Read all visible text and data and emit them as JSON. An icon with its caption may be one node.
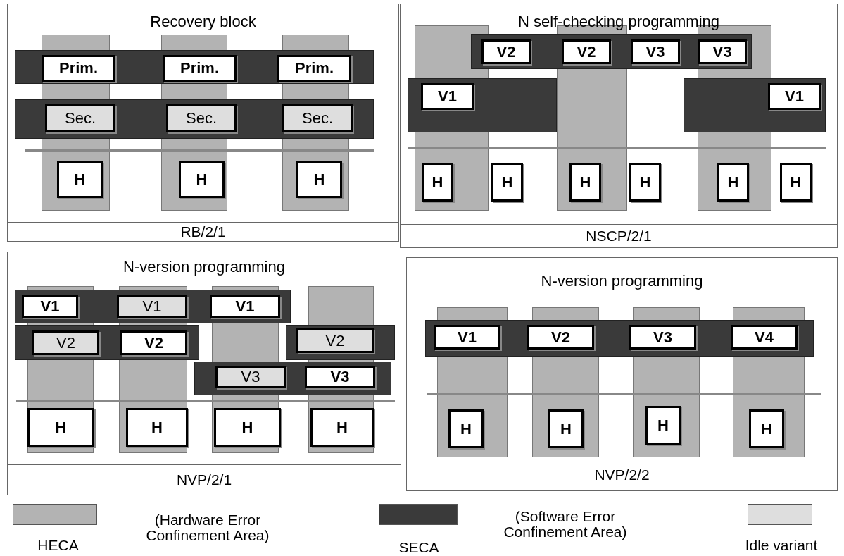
{
  "diagram": {
    "nodes": [
      {
        "text": [
          "Recovery block",
          "RB/2/1"
        ]
      },
      {
        "text": [
          "Prim."
        ],
        "in": 0
      },
      {
        "text": [
          "Prim."
        ],
        "in": 0
      },
      {
        "text": [
          "Prim."
        ],
        "in": 0
      },
      {
        "text": [
          "Sec."
        ],
        "in": 0
      },
      {
        "text": [
          "Sec."
        ],
        "in": 0
      },
      {
        "text": [
          "Sec."
        ],
        "in": 0
      },
      {
        "text": [
          "H"
        ],
        "in": 0
      },
      {
        "text": [
          "H"
        ],
        "in": 0
      },
      {
        "text": [
          "H"
        ],
        "in": 0
      },
      {
        "text": [
          "N self-checking programming",
          "NSCP/2/1"
        ]
      },
      {
        "text": [
          "V2"
        ],
        "in": 10
      },
      {
        "text": [
          "V2"
        ],
        "in": 10
      },
      {
        "text": [
          "V3"
        ],
        "in": 10
      },
      {
        "text": [
          "V3"
        ],
        "in": 10
      },
      {
        "text": [
          "V1"
        ],
        "in": 10
      },
      {
        "text": [
          "V1"
        ],
        "in": 10
      },
      {
        "text": [
          "H"
        ],
        "in": 10
      },
      {
        "text": [
          "H"
        ],
        "in": 10
      },
      {
        "text": [
          "H"
        ],
        "in": 10
      },
      {
        "text": [
          "H"
        ],
        "in": 10
      },
      {
        "text": [
          "H"
        ],
        "in": 10
      },
      {
        "text": [
          "H"
        ],
        "in": 10
      },
      {
        "text": [
          "N-version programming",
          "NVP/2/1"
        ]
      },
      {
        "text": [
          "V1"
        ],
        "in": 23
      },
      {
        "text": [
          "V1"
        ],
        "in": 23
      },
      {
        "text": [
          "V1"
        ],
        "in": 23
      },
      {
        "text": [
          "V2"
        ],
        "in": 23
      },
      {
        "text": [
          "V2"
        ],
        "in": 23
      },
      {
        "text": [
          "V2"
        ],
        "in": 23
      },
      {
        "text": [
          "V3"
        ],
        "in": 23
      },
      {
        "text": [
          "V3"
        ],
        "in": 23
      },
      {
        "text": [
          "H"
        ],
        "in": 23
      },
      {
        "text": [
          "H"
        ],
        "in": 23
      },
      {
        "text": [
          "H"
        ],
        "in": 23
      },
      {
        "text": [
          "H"
        ],
        "in": 23
      },
      {
        "text": [
          "N-version programming",
          "NVP/2/2"
        ]
      },
      {
        "text": [
          "V1"
        ],
        "in": 36
      },
      {
        "text": [
          "V2"
        ],
        "in": 36
      },
      {
        "text": [
          "V3"
        ],
        "in": 36
      },
      {
        "text": [
          "V4"
        ],
        "in": 36
      },
      {
        "text": [
          "H"
        ],
        "in": 36
      },
      {
        "text": [
          "H"
        ],
        "in": 36
      },
      {
        "text": [
          "H"
        ],
        "in": 36
      },
      {
        "text": [
          "H"
        ],
        "in": 36
      }
    ],
    "labels": [
      "(Hardware Error Confinement Area)",
      "(Software Error Confinement Area)"
    ],
    "legend": [
      {
        "text": "HECA",
        "color": "#b3b3b3"
      },
      {
        "text": "SECA",
        "color": "#3a3a3a"
      },
      {
        "text": "Idle variant",
        "color": "#dedede"
      }
    ]
  }
}
